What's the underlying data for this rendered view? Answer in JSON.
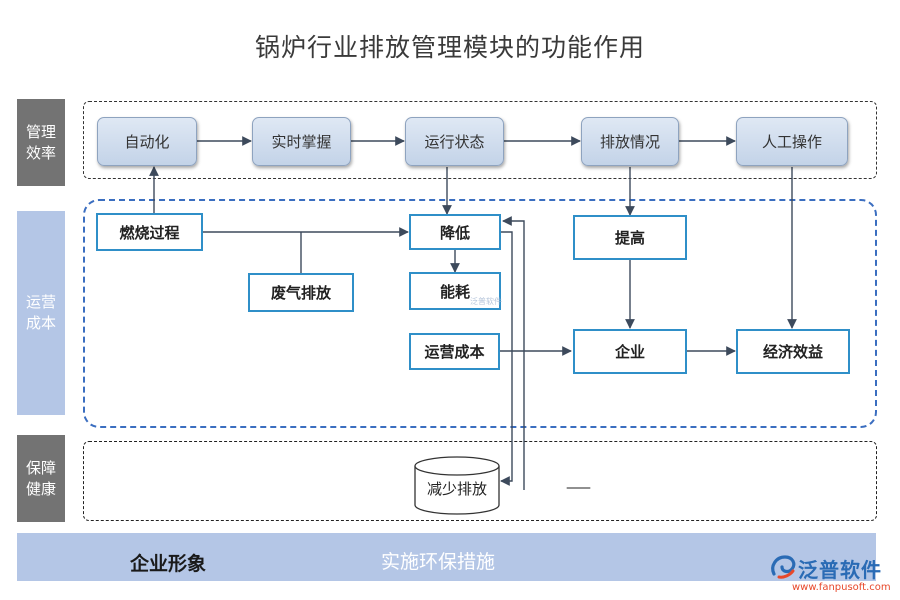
{
  "title": "锅炉行业排放管理模块的功能作用",
  "rows": {
    "efficiency": "管理效率",
    "cost": "运营成本",
    "health": "保障健康"
  },
  "efficiency_flow": [
    "自动化",
    "实时掌握",
    "运行状态",
    "排放情况",
    "人工操作"
  ],
  "cost_nodes": {
    "combustion": "燃烧过程",
    "exhaust": "废气排放",
    "reduce": "降低",
    "energy": "能耗",
    "op_cost": "运营成本",
    "raise": "提高",
    "enterprise": "企业",
    "benefit": "经济效益"
  },
  "health_node": "减少排放",
  "health_dash": "——",
  "bottom": {
    "left": "企业形象",
    "center": "实施环保措施"
  },
  "watermark": "泛普软件",
  "logo": {
    "name": "泛普软件",
    "url": "www.fanpusoft.com"
  },
  "colors": {
    "side_dark": "#737373",
    "side_light": "#b4c6e6",
    "box_border": "#2f8fc8",
    "frame_dashed": "#3b6ec0",
    "bottom_bar": "#b4c6e6",
    "logo_accent": "#e8482a"
  }
}
